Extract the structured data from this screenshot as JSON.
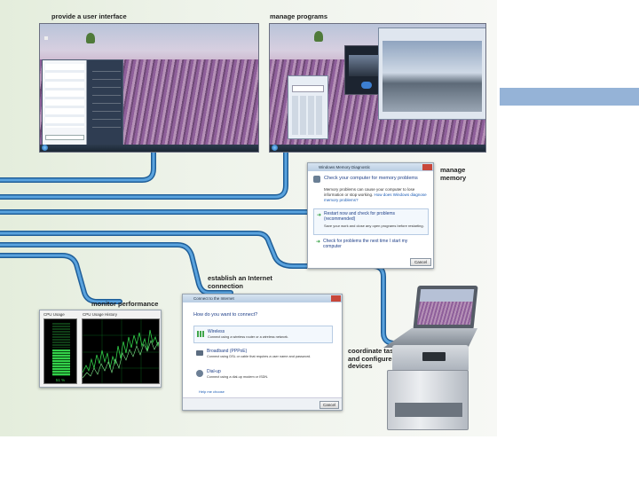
{
  "captions": {
    "ui": "provide a user interface",
    "programs": "manage programs",
    "memory": [
      "manage",
      "memory"
    ],
    "internet": [
      "establish an Internet",
      "connection"
    ],
    "performance": "monitor performance",
    "devices": [
      "coordinate tasks",
      "and configure",
      "devices"
    ]
  },
  "memory_dialog": {
    "title": "Windows Memory Diagnostic",
    "heading": "Check your computer for memory problems",
    "description": "Memory problems can cause your computer to lose information or stop working.",
    "link": "How does Windows diagnose memory problems?",
    "option1_title": "Restart now and check for problems (recommended)",
    "option1_sub": "Save your work and close any open programs before restarting.",
    "option2_title": "Check for problems the next time I start my computer",
    "cancel": "Cancel"
  },
  "connect_dialog": {
    "title": "Connect to the Internet",
    "question": "How do you want to connect?",
    "options": [
      {
        "name": "Wireless",
        "desc": "Connect using a wireless router or a wireless network."
      },
      {
        "name": "Broadband (PPPoE)",
        "desc": "Connect using DSL or cable that requires a user name and password."
      },
      {
        "name": "Dial-up",
        "desc": "Connect using a dial-up modem or ISDN."
      }
    ],
    "help": "Help me choose",
    "cancel": "Cancel"
  },
  "perf_monitor": {
    "cpu_usage_label": "CPU Usage",
    "cpu_history_label": "CPU Usage History",
    "cpu_value": "51 %"
  },
  "colors": {
    "pipe": "#3a86c8",
    "pipe_dark": "#1f5e98",
    "accent_bar": "#95b3d7",
    "graph_green": "#33d04a"
  },
  "icons": {
    "start_orb": "windows-orb-icon",
    "shield": "shield-icon",
    "arrow": "green-arrow-icon"
  }
}
